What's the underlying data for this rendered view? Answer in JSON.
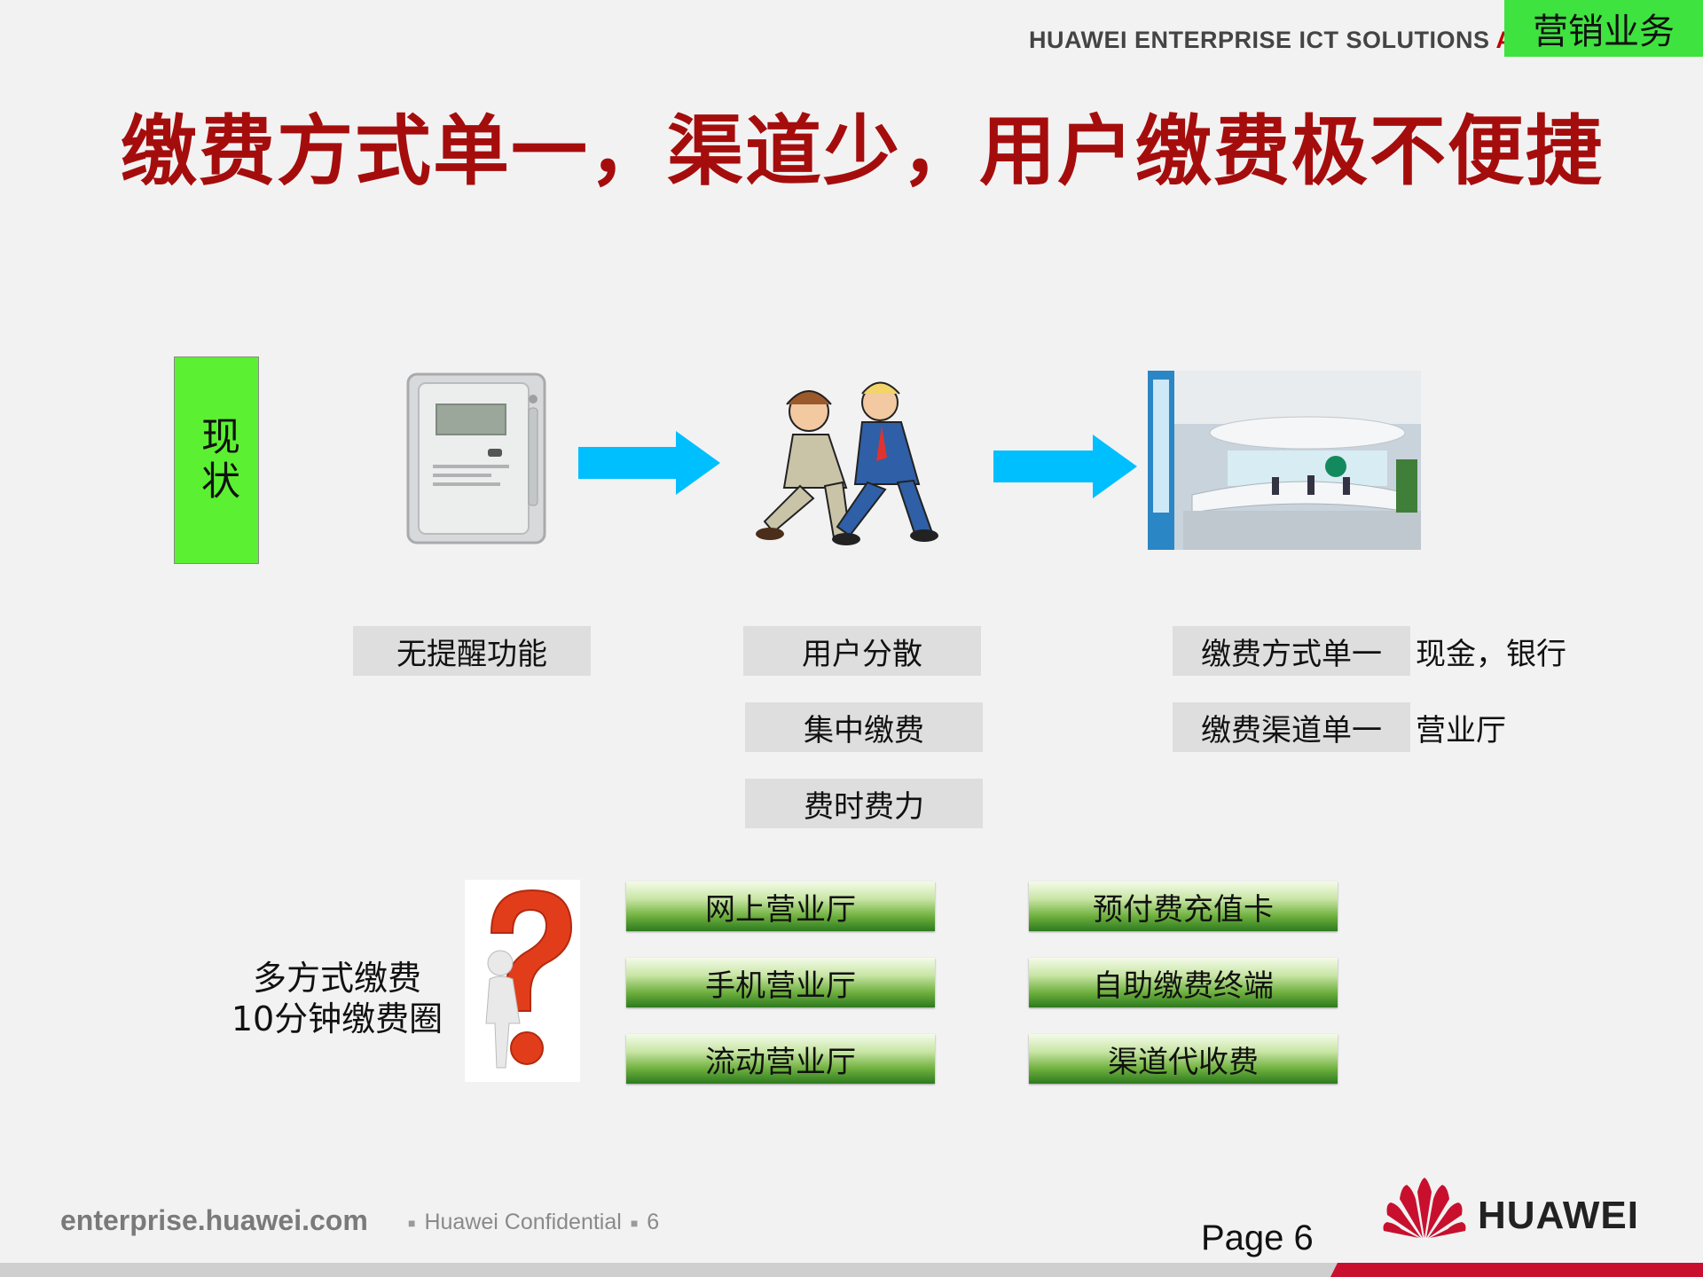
{
  "header": {
    "brand_main": "HUAWEI ENTERPRISE ICT SOLUTIONS ",
    "brand_accent": "A B",
    "section_tag": "营销业务"
  },
  "title": "缴费方式单一，渠道少，用户缴费极不便捷",
  "status_box": "现状",
  "labels": {
    "no_reminder": "无提醒功能",
    "users_scattered": "用户分散",
    "centralized_pay": "集中缴费",
    "time_consuming": "费时费力",
    "single_method": "缴费方式单一",
    "single_method_note": "现金，银行",
    "single_channel": "缴费渠道单一",
    "single_channel_note": "营业厅"
  },
  "multi_pay": {
    "line1": "多方式缴费",
    "line2": "10分钟缴费圈"
  },
  "channels_left": [
    "网上营业厅",
    "手机营业厅",
    "流动营业厅"
  ],
  "channels_right": [
    "预付费充值卡",
    "自助缴费终端",
    "渠道代收费"
  ],
  "footer": {
    "site": "enterprise.huawei.com",
    "confidential": "Huawei Confidential",
    "page_small": "6",
    "page_label": "Page 6",
    "logo_text": "HUAWEI"
  },
  "colors": {
    "title": "#a50d0d",
    "status_green": "#5cf032",
    "arrow": "#00bfff",
    "huawei_red": "#c8102e"
  },
  "icons": [
    "electric-meter-image",
    "running-people-image",
    "service-hall-image",
    "question-mark-figure-image",
    "arrow-right-icon",
    "huawei-logo-icon"
  ]
}
